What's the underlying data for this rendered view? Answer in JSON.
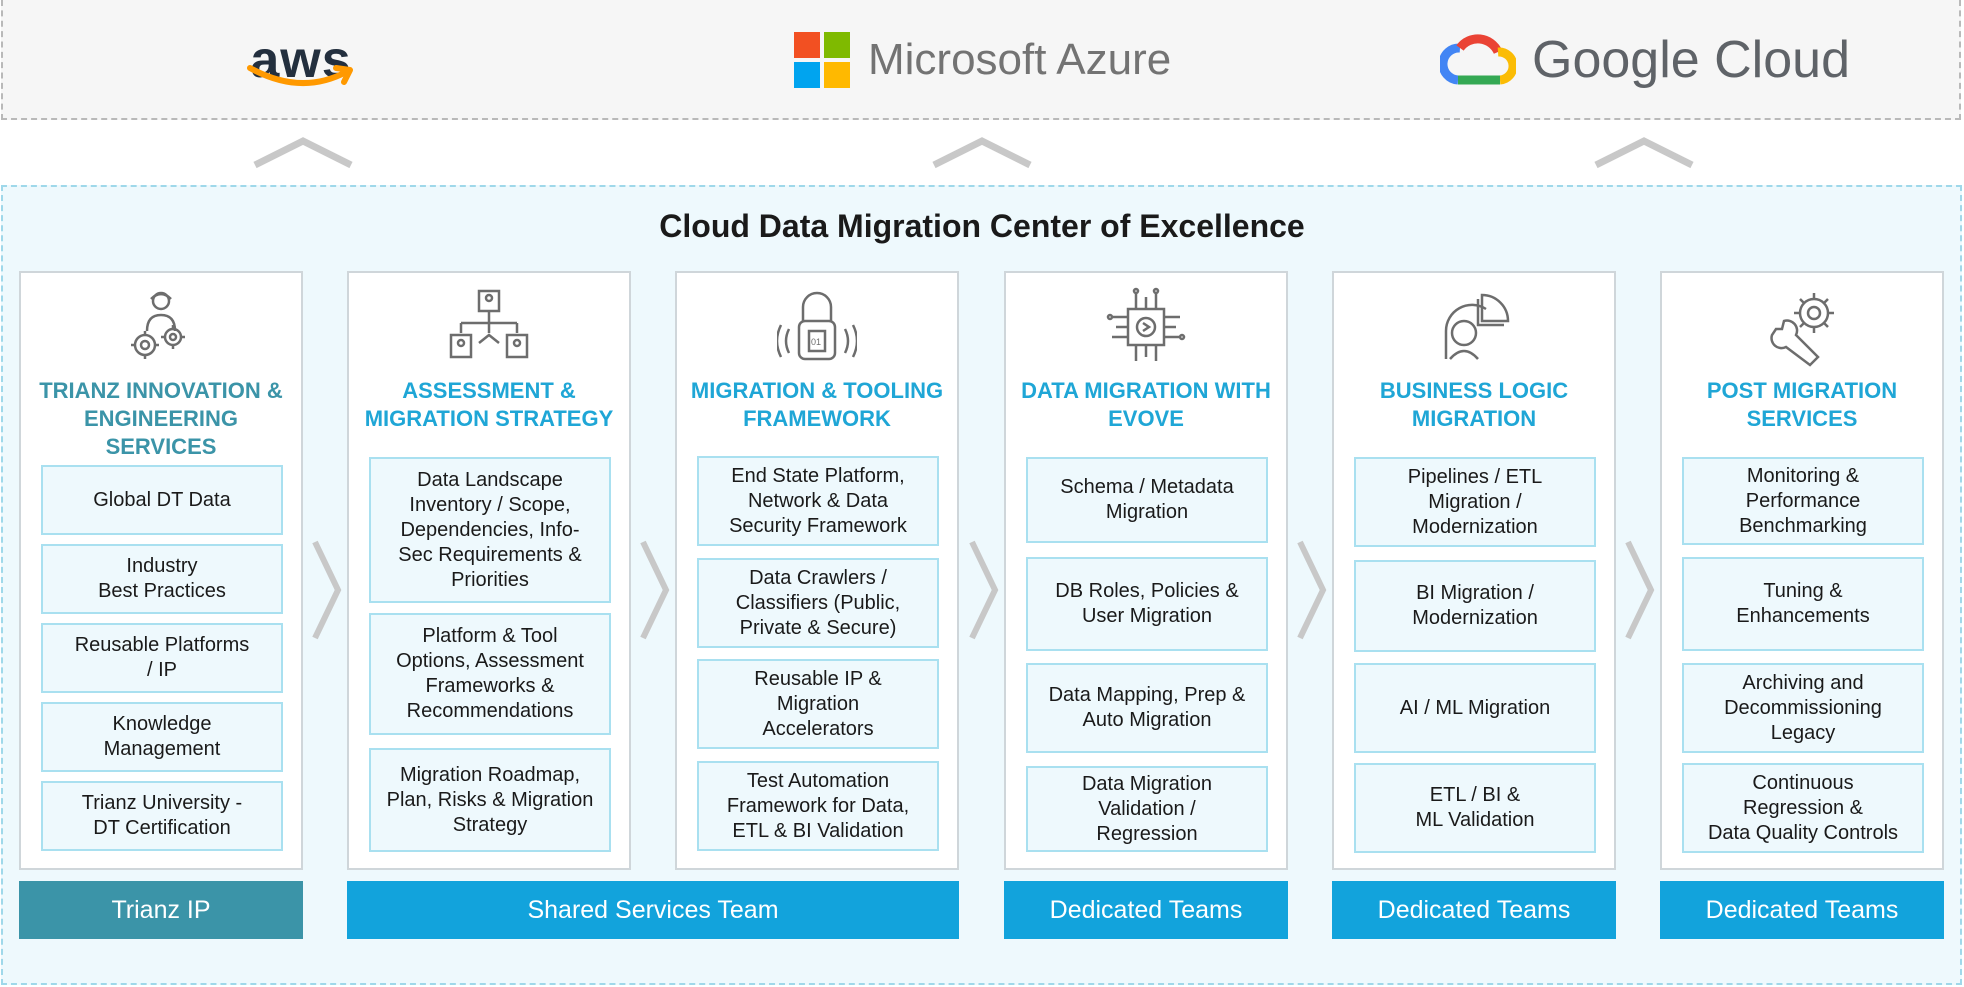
{
  "providers": {
    "aws": "aws",
    "azure": "Microsoft Azure",
    "google": "Google Cloud"
  },
  "title": "Cloud Data Migration Center of Excellence",
  "columns": [
    {
      "title_line1": "TRIANZ INNOVATION &",
      "title_line2": "ENGINEERING SERVICES",
      "icon": "engineer-gears-icon",
      "items": [
        [
          "Global DT Data"
        ],
        [
          "Industry",
          "Best Practices"
        ],
        [
          "Reusable Platforms",
          "/ IP"
        ],
        [
          "Knowledge",
          "Management"
        ],
        [
          "Trianz University -",
          "DT Certification"
        ]
      ]
    },
    {
      "title_line1": "ASSESSMENT &",
      "title_line2": "MIGRATION STRATEGY",
      "icon": "org-chart-icon",
      "items": [
        [
          "Data Landscape",
          "Inventory / Scope,",
          "Dependencies, Info-",
          "Sec Requirements &",
          "Priorities"
        ],
        [
          "Platform & Tool",
          "Options, Assessment",
          "Frameworks &",
          "Recommendations"
        ],
        [
          "Migration Roadmap,",
          "Plan, Risks & Migration",
          "Strategy"
        ]
      ]
    },
    {
      "title_line1": "MIGRATION & TOOLING",
      "title_line2": "FRAMEWORK",
      "icon": "padlock-data-icon",
      "items": [
        [
          "End State Platform,",
          "Network & Data",
          "Security Framework"
        ],
        [
          "Data Crawlers /",
          "Classifiers (Public,",
          "Private & Secure)"
        ],
        [
          "Reusable IP &",
          "Migration",
          "Accelerators"
        ],
        [
          "Test Automation",
          "Framework for Data,",
          "ETL & BI Validation"
        ]
      ]
    },
    {
      "title_line1": "DATA MIGRATION WITH",
      "title_line2": "EVOVE",
      "icon": "circuit-chip-icon",
      "items": [
        [
          "Schema / Metadata",
          "Migration"
        ],
        [
          "DB Roles, Policies &",
          "User Migration"
        ],
        [
          "Data Mapping, Prep &",
          "Auto Migration"
        ],
        [
          "Data Migration",
          "Validation /",
          "Regression"
        ]
      ]
    },
    {
      "title_line1": "BUSINESS LOGIC",
      "title_line2": "MIGRATION",
      "icon": "head-pie-chart-icon",
      "items": [
        [
          "Pipelines / ETL",
          "Migration /",
          "Modernization"
        ],
        [
          "BI Migration /",
          "Modernization"
        ],
        [
          "AI / ML Migration"
        ],
        [
          "ETL / BI &",
          "ML Validation"
        ]
      ]
    },
    {
      "title_line1": "POST MIGRATION",
      "title_line2": "SERVICES",
      "icon": "wrench-gear-icon",
      "items": [
        [
          "Monitoring &",
          "Performance",
          "Benchmarking"
        ],
        [
          "Tuning &",
          "Enhancements"
        ],
        [
          "Archiving and",
          "Decommissioning",
          "Legacy"
        ],
        [
          "Continuous",
          "Regression &",
          "Data Quality Controls"
        ]
      ]
    }
  ],
  "footers": [
    "Trianz IP",
    "Shared Services Team",
    "Dedicated Teams",
    "Dedicated Teams",
    "Dedicated Teams"
  ],
  "colors": {
    "accent_blue": "#1fa6d6",
    "accent_teal": "#3b94a8",
    "footer_blue": "#12a3dc",
    "panel_bg": "#eef9fd"
  }
}
